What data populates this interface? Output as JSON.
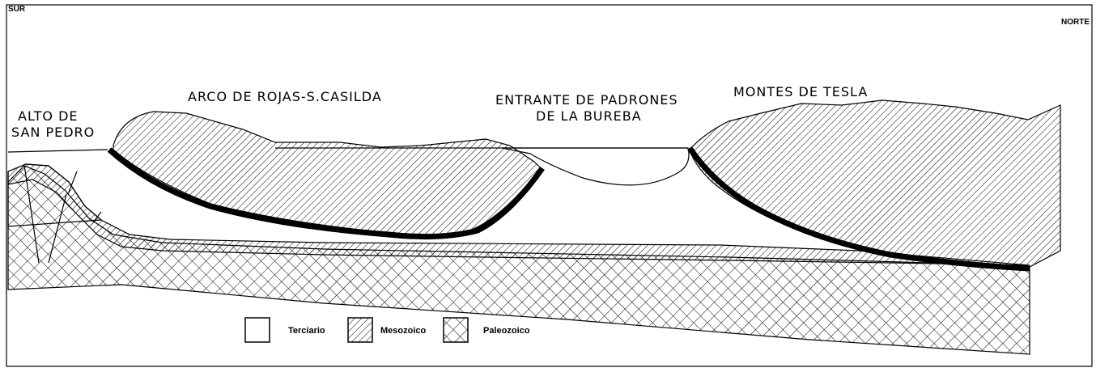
{
  "orientation": {
    "left": "SUR",
    "right": "NORTE"
  },
  "structures": {
    "alto_san_pedro": [
      "ALTO DE",
      "SAN PEDRO"
    ],
    "arco_rojas": "ARCO DE ROJAS-S.CASILDA",
    "entrante_padrones": [
      "ENTRANTE DE PADRONES",
      "DE LA BUREBA"
    ],
    "montes_tesla": "MONTES DE TESLA"
  },
  "legend": [
    {
      "label": "Terciario",
      "pattern": "blank"
    },
    {
      "label": "Mesozoico",
      "pattern": "diagonal-hatch"
    },
    {
      "label": "Paleozoico",
      "pattern": "crosshatch"
    }
  ],
  "colors": {
    "ink": "#000000",
    "background": "#ffffff"
  }
}
